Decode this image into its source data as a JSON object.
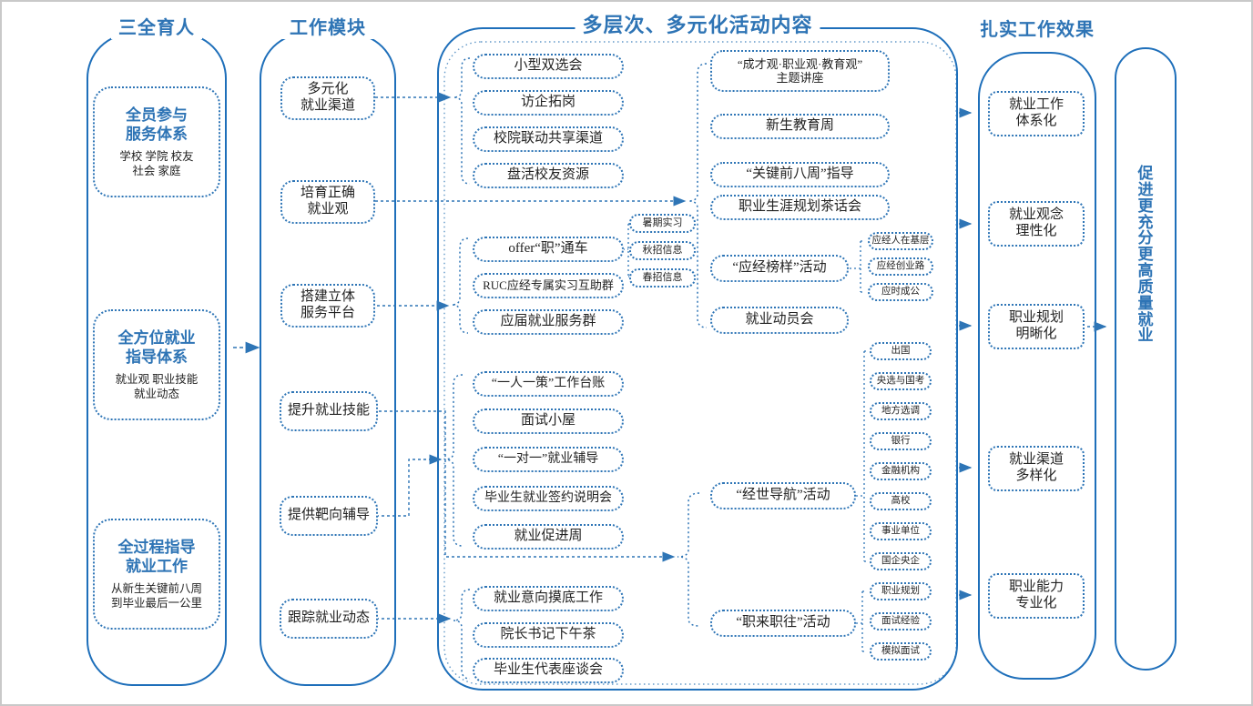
{
  "diagram": {
    "col1": {
      "title": "三全育人",
      "boxes": [
        {
          "heading": "全员参与\n服务体系",
          "body": "学校 学院 校友\n社会 家庭"
        },
        {
          "heading": "全方位就业\n指导体系",
          "body": "就业观 职业技能\n就业动态"
        },
        {
          "heading": "全过程指导\n就业工作",
          "body": "从新生关键前八周\n到毕业最后一公里"
        }
      ]
    },
    "col2": {
      "title": "工作模块",
      "modules": [
        "多元化\n就业渠道",
        "培育正确\n就业观",
        "搭建立体\n服务平台",
        "提升就业技能",
        "提供靶向辅导",
        "跟踪就业动态"
      ]
    },
    "col3": {
      "title": "多层次、多元化活动内容",
      "group_channels": [
        "小型双选会",
        "访企拓岗",
        "校院联动共享渠道",
        "盘活校友资源"
      ],
      "group_platform": [
        "offer“职”通车",
        "RUC应经专属实习互助群",
        "应届就业服务群"
      ],
      "seasonal": [
        "暑期实习",
        "秋招信息",
        "春招信息"
      ],
      "group_skills": [
        "“一人一策”工作台账",
        "面试小屋",
        "“一对一”就业辅导",
        "毕业生就业签约说明会",
        "就业促进周"
      ],
      "group_tracking": [
        "就业意向摸底工作",
        "院长书记下午茶",
        "毕业生代表座谈会"
      ],
      "group_outlook": [
        "“成才观·职业观·教育观”\n主题讲座",
        "新生教育周",
        "“关键前八周”指导",
        "职业生涯规划茶话会",
        "“应经榜样”活动",
        "就业动员会"
      ],
      "role_models": [
        "应经人在基层",
        "应经创业路",
        "应时成公"
      ],
      "guide_activity": "“经世导航”活动",
      "career_paths": [
        "出国",
        "央选与国考",
        "地方选调",
        "银行",
        "金融机构",
        "高校",
        "事业单位",
        "国企央企"
      ],
      "job_activity": "“职来职往”活动",
      "interview_topics": [
        "职业规划",
        "面试经验",
        "模拟面试"
      ]
    },
    "col4": {
      "title": "扎实工作效果",
      "effects": [
        "就业工作\n体系化",
        "就业观念\n理性化",
        "职业规划\n明晰化",
        "就业渠道\n多样化",
        "职业能力\n专业化"
      ]
    },
    "col5": {
      "goal": "促\n进\n更\n充\n分\n更\n高\n质\n量\n就\n业"
    },
    "colors": {
      "solid_border": "#1e6fba",
      "dotted_border": "#2e75b6",
      "heading_text": "#2e74b5",
      "body_text": "#222222"
    }
  }
}
